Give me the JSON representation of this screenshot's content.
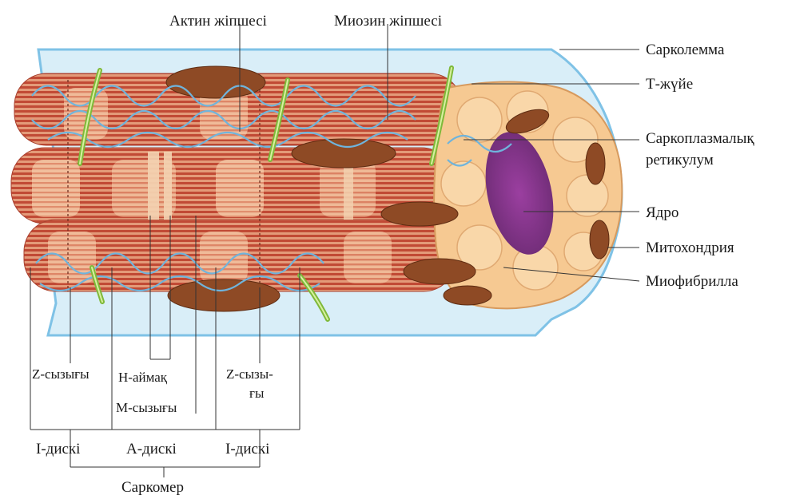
{
  "labels": {
    "actin": "Актин  жіпшесі",
    "myosin": "Миозин  жіпшесі",
    "sarcolemma": "Сарколемма",
    "t_system": "Т-жүйе",
    "sr_line1": "Саркоплазмалық",
    "sr_line2": "ретикулум",
    "nucleus": "Ядро",
    "mitochondria": "Митохондрия",
    "myofibril": "Миофибрилла",
    "z_line_left": "Z-сызығы",
    "h_zone": "H-аймақ",
    "z_line_right_1": "Z-сызы-",
    "z_line_right_2": "ғы",
    "m_line": "M-сызығы",
    "i_disk_left": "I-дискі",
    "a_disk": "A-дискі",
    "i_disk_right": "I-дискі",
    "sarcomere": "Саркомер"
  },
  "colors": {
    "muscle_red": "#c8553d",
    "muscle_light": "#f2b08a",
    "sarcolemma_blue": "#a9d8f0",
    "t_tubule": "#6fb4dc",
    "nucleus": "#8a3a8f",
    "mitochondria": "#8a4a22",
    "cross_section": "#f6c992",
    "green_tube": "#9ed04f"
  }
}
